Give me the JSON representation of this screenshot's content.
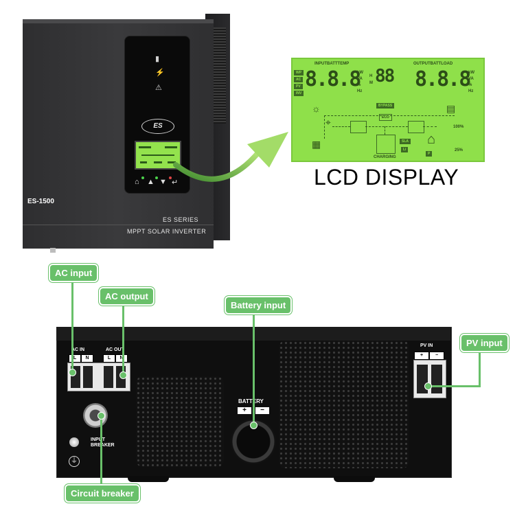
{
  "front": {
    "model": "ES-1500",
    "series": "ES SERIES",
    "subtitle": "MPPT SOLAR INVERTER",
    "logo": "ES"
  },
  "lcd": {
    "input_label": "INPUTBATTTEMP",
    "output_label": "OUTPUTBATTLOAD",
    "left_tags": [
      "WP",
      "AC",
      "PV",
      "INV"
    ],
    "units_left": [
      "kW",
      "VA",
      "%",
      "Hz"
    ],
    "units_right": [
      "kW",
      "VA",
      "%",
      "Hz"
    ],
    "hm": [
      "H",
      "M"
    ],
    "digits_left": "8.8.8",
    "digits_mid": "88",
    "digits_right": "8.8.8",
    "bypass": "BYPASS",
    "eco": "ECO",
    "sla": "SLA",
    "li": "Li",
    "charging": "CHARGING",
    "pct_100": "100%",
    "pct_25": "25%",
    "p": "P"
  },
  "lcd_title": "LCD DISPLAY",
  "rear": {
    "ac_in": "AC   IN",
    "ac_out": "AC OUT",
    "l": "L",
    "n": "N",
    "pv_in": "PV   IN",
    "plus": "+",
    "minus": "−",
    "battery": "BATTERY",
    "input_breaker_1": "INPUT",
    "input_breaker_2": "BREAKER"
  },
  "callouts": {
    "ac_input": "AC input",
    "ac_output": "AC output",
    "battery_input": "Battery input",
    "pv_input": "PV input",
    "circuit_breaker": "Circuit breaker"
  },
  "colors": {
    "callout": "#69c06a",
    "lcd": "#8fe04a"
  }
}
